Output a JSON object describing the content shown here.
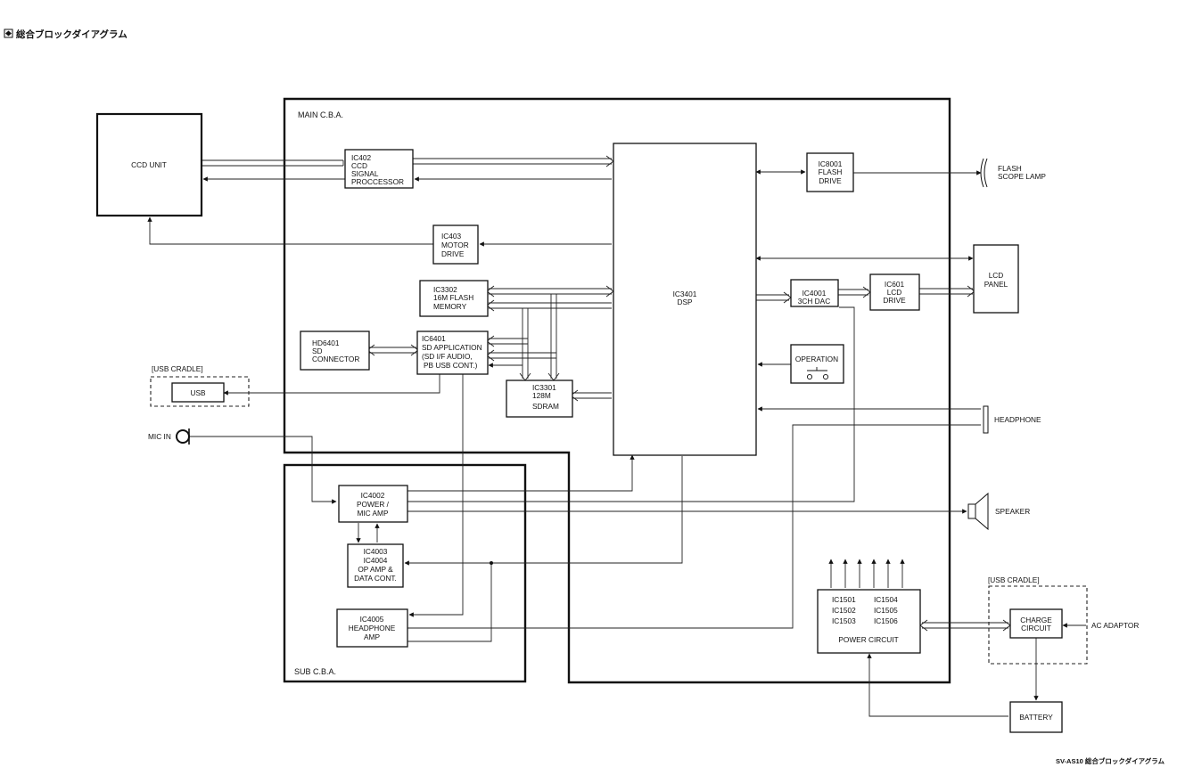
{
  "page_title": "総合ブロックダイアグラム",
  "footer_title": "SV-AS10 総合ブロックダイアグラム",
  "regions": {
    "main": "MAIN C.B.A.",
    "sub": "SUB C.B.A.",
    "usb_cradle_top": "[USB CRADLE]",
    "usb_cradle_bottom": "[USB CRADLE]"
  },
  "blocks": {
    "ccd_unit": [
      "CCD UNIT"
    ],
    "ic402": [
      "IC402",
      "CCD",
      "SIGNAL",
      "PROCCESSOR"
    ],
    "ic403": [
      "IC403",
      "MOTOR",
      "DRIVE"
    ],
    "ic3302": [
      "IC3302",
      "16M FLASH",
      "MEMORY"
    ],
    "hd6401": [
      "HD6401",
      "SD",
      "CONNECTOR"
    ],
    "ic6401": [
      "IC6401",
      "SD APPLICATION",
      "(SD I/F AUDIO,",
      "PB USB CONT.)"
    ],
    "usb": [
      "USB"
    ],
    "ic3301": [
      "IC3301",
      "128M",
      "SDRAM"
    ],
    "ic3401": [
      "IC3401",
      "DSP"
    ],
    "ic8001": [
      "IC8001",
      "FLASH",
      "DRIVE"
    ],
    "ic4001": [
      "IC4001",
      "3CH DAC"
    ],
    "ic601": [
      "IC601",
      "LCD",
      "DRIVE"
    ],
    "lcd_panel": [
      "LCD",
      "PANEL"
    ],
    "operation": [
      "OPERATION"
    ],
    "ic4002": [
      "IC4002",
      "POWER /",
      "MIC AMP"
    ],
    "ic4003": [
      "IC4003",
      "IC4004",
      "OP AMP &",
      "DATA CONT."
    ],
    "ic4005": [
      "IC4005",
      "HEADPHONE",
      "AMP"
    ],
    "power_circuit": {
      "col1": [
        "IC1501",
        "IC1502",
        "IC1503"
      ],
      "col2": [
        "IC1504",
        "IC1505",
        "IC1506"
      ],
      "title": "POWER CIRCUIT"
    },
    "charge_circuit": [
      "CHARGE",
      "CIRCUIT"
    ],
    "battery": [
      "BATTERY"
    ]
  },
  "external_labels": {
    "flash_scope_lamp": [
      "FLASH",
      "SCOPE LAMP"
    ],
    "headphone": "HEADPHONE",
    "speaker": "SPEAKER",
    "mic_in": "MIC IN",
    "ac_adaptor": "AC ADAPTOR"
  }
}
